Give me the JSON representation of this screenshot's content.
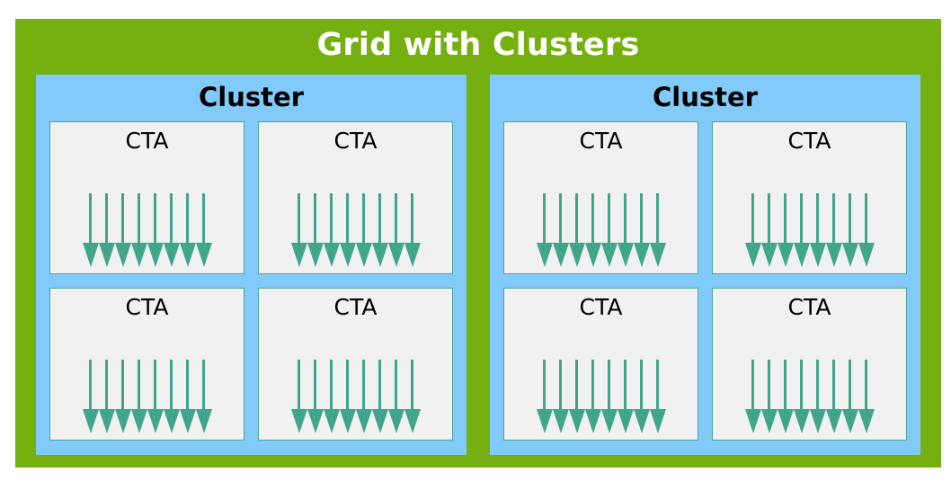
{
  "diagram": {
    "title": "Grid with Clusters",
    "colors": {
      "grid_background": "#76b010",
      "grid_title_text": "#ffffff",
      "cluster_background": "#82caf9",
      "cluster_title_text": "#000000",
      "cta_background": "#f1f1f1",
      "cta_border": "#4aa795",
      "cta_label_text": "#000000",
      "thread_arrow": "#3fa68c",
      "page_background": "#ffffff"
    },
    "threads_per_cta": 8,
    "clusters": [
      {
        "label": "Cluster",
        "ctas": [
          {
            "label": "CTA",
            "threads": 8
          },
          {
            "label": "CTA",
            "threads": 8
          },
          {
            "label": "CTA",
            "threads": 8
          },
          {
            "label": "CTA",
            "threads": 8
          }
        ]
      },
      {
        "label": "Cluster",
        "ctas": [
          {
            "label": "CTA",
            "threads": 8
          },
          {
            "label": "CTA",
            "threads": 8
          },
          {
            "label": "CTA",
            "threads": 8
          },
          {
            "label": "CTA",
            "threads": 8
          }
        ]
      }
    ]
  }
}
